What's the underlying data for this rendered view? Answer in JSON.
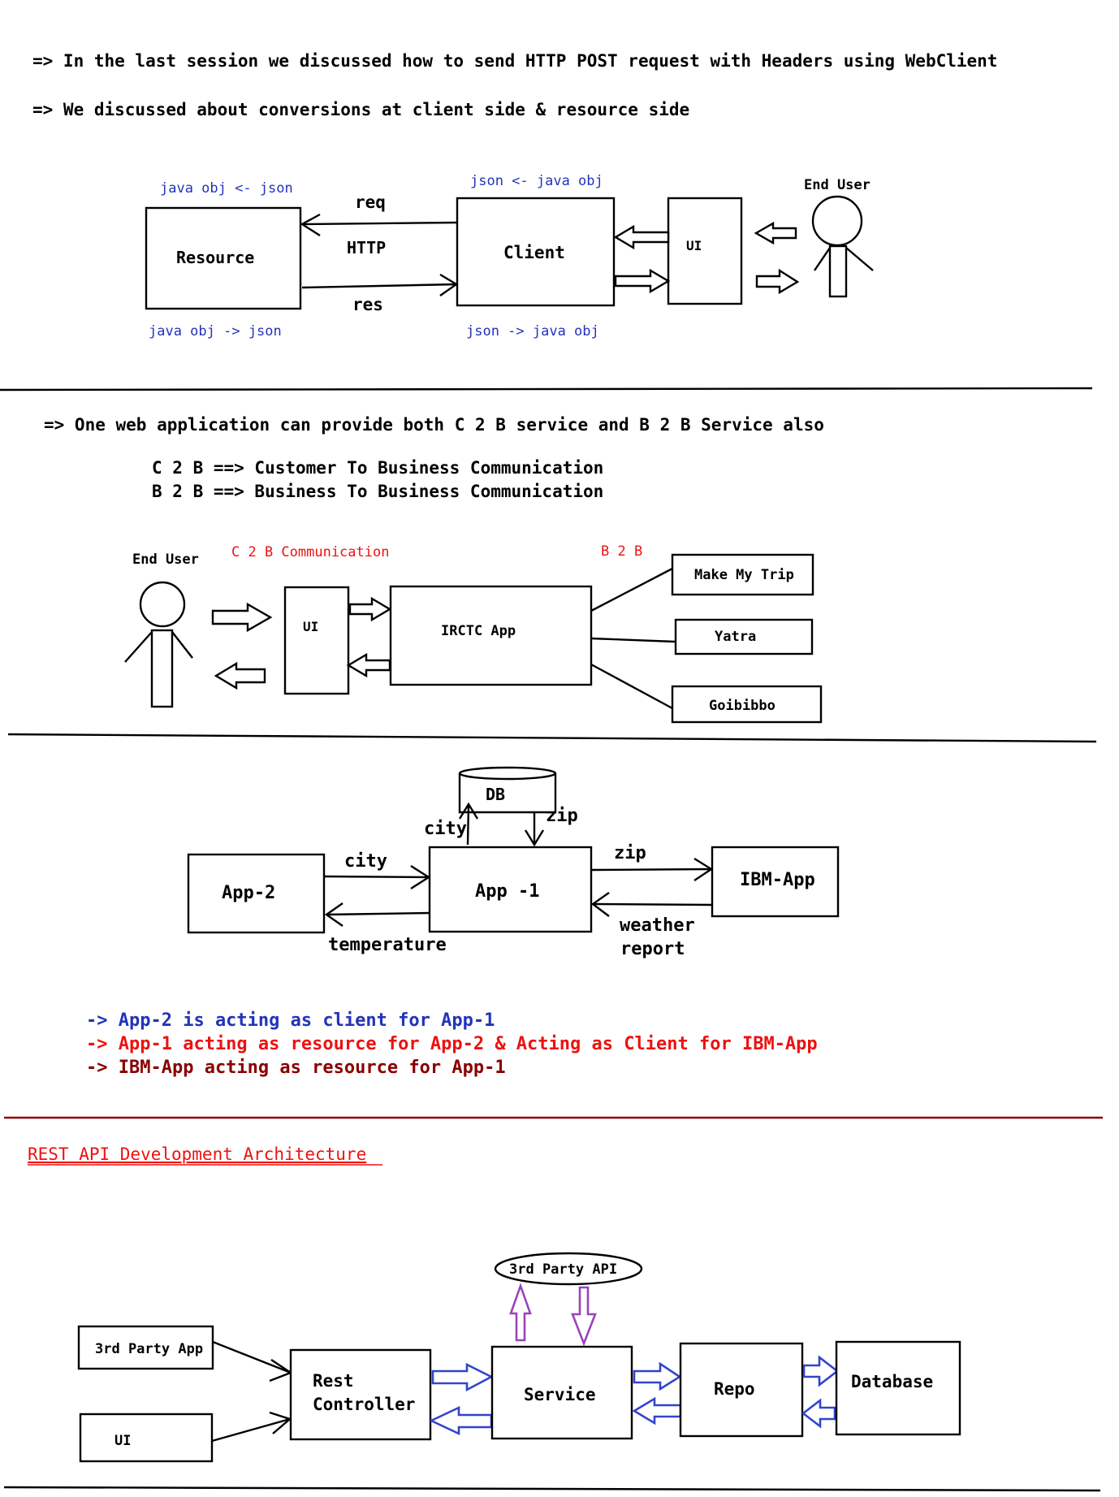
{
  "intro": {
    "line1": "=> In the last session we discussed how to send HTTP POST request with Headers using WebClient",
    "line2": "=> We discussed about conversions at client side & resource side"
  },
  "diagram1": {
    "resource": "Resource",
    "client": "Client",
    "ui": "UI",
    "end_user": "End User",
    "req": "req",
    "http": "HTTP",
    "res": "res",
    "resource_top": "java obj <- json",
    "resource_bottom": "java obj -> json",
    "client_top": "json <- java obj",
    "client_bottom": "json -> java obj"
  },
  "section2": {
    "line1": "=> One web application can provide both C 2 B service and B 2 B Service also",
    "c2b_def": "C 2 B ==> Customer To Business Communication",
    "b2b_def": "B 2 B ==> Business To Business Communication"
  },
  "diagram2": {
    "end_user": "End User",
    "c2b_label": "C 2 B Communication",
    "b2b_label": "B 2 B",
    "ui": "UI",
    "irctc": "IRCTC App",
    "partners": [
      "Make My Trip",
      "Yatra",
      "Goibibbo"
    ]
  },
  "diagram3": {
    "db": "DB",
    "app2": "App-2",
    "app1": "App -1",
    "ibm": "IBM-App",
    "city_db": "city",
    "zip_db": "zip",
    "city": "city",
    "temperature": "temperature",
    "zip": "zip",
    "weather1": "weather",
    "weather2": "report"
  },
  "notes": {
    "n1": "-> App-2 is acting as client for App-1",
    "n2": "-> App-1 acting as resource for App-2 & Acting as Client for IBM-App",
    "n3": "-> IBM-App acting as resource for App-1"
  },
  "section4": {
    "title": "REST API Development Architecture"
  },
  "diagram4": {
    "third_party_app": "3rd Party App",
    "ui": "UI",
    "rest1": "Rest",
    "rest2": "Controller",
    "service": "Service",
    "repo": "Repo",
    "database": "Database",
    "third_party_api": "3rd Party API"
  },
  "colors": {
    "blue_text": "#2233bb",
    "red_text": "#ee1111",
    "dark_red_text": "#880000",
    "blue_arrow": "#3344cc",
    "purple_arrow": "#9944bb"
  }
}
